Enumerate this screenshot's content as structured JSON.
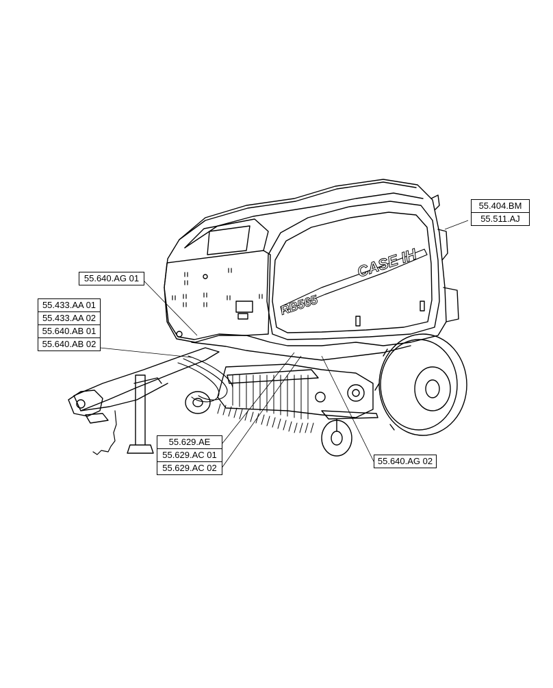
{
  "diagram": {
    "brand_text": "CASE IH",
    "model_text": "RB565",
    "callouts": {
      "top_right": [
        "55.404.BM",
        "55.511.AJ"
      ],
      "front_upper": [
        "55.640.AG 01"
      ],
      "front_left": [
        "55.433.AA 01",
        "55.433.AA 02",
        "55.640.AB 01",
        "55.640.AB 02"
      ],
      "bottom_center": [
        "55.629.AE",
        "55.629.AC 01",
        "55.629.AC 02"
      ],
      "bottom_right": [
        "55.640.AG 02"
      ]
    }
  }
}
